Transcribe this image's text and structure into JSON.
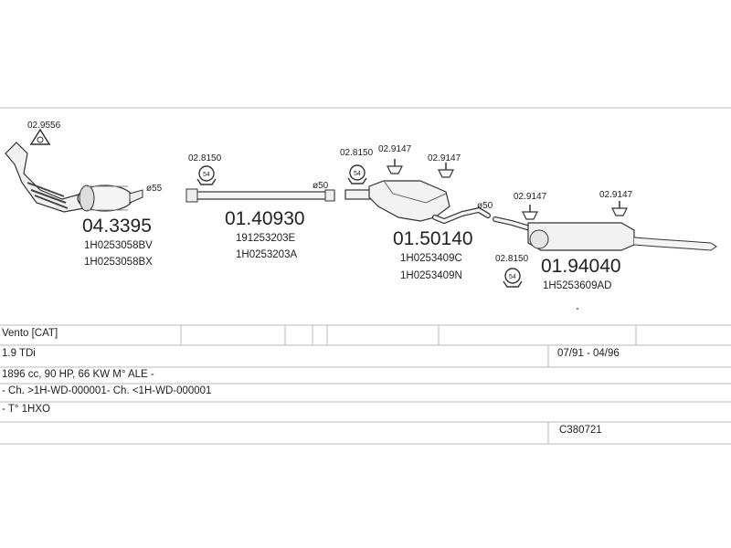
{
  "diagram": {
    "parts": [
      {
        "id": "catalyst",
        "number": "04.3395",
        "refs": [
          "1H0253058BV",
          "1H0253058BX"
        ],
        "clamp": "02.9556",
        "diameter": "ø55"
      },
      {
        "id": "front-pipe",
        "number": "01.40930",
        "refs": [
          "191253203E",
          "1H0253203A"
        ],
        "clamp": "02.8150",
        "diameter": "ø50"
      },
      {
        "id": "middle-silencer",
        "number": "01.50140",
        "refs": [
          "1H0253409C",
          "1H0253409N"
        ],
        "clamp": "02.8150",
        "hangers": [
          "02.9147",
          "02.9147"
        ],
        "diameter": "ø50"
      },
      {
        "id": "rear-silencer",
        "number": "01.94040",
        "refs": [
          "1H5253609AD"
        ],
        "clamp": "02.8150",
        "hangers": [
          "02.9147",
          "02.9147"
        ]
      }
    ],
    "clamp_badge": "54"
  },
  "info": {
    "row1": {
      "model": "Vento  [CAT]"
    },
    "row2": {
      "engine": "1.9 TDi",
      "period": "07/91 - 04/96"
    },
    "row3": {
      "spec": "1896 cc, 90 HP, 66 KW M° ALE -"
    },
    "row4": {
      "chassis": "- Ch. >1H-WD-000001- Ch. <1H-WD-000001"
    },
    "row5": {
      "code": "- T° 1HXO"
    },
    "row6": {
      "ref": "C380721"
    }
  }
}
